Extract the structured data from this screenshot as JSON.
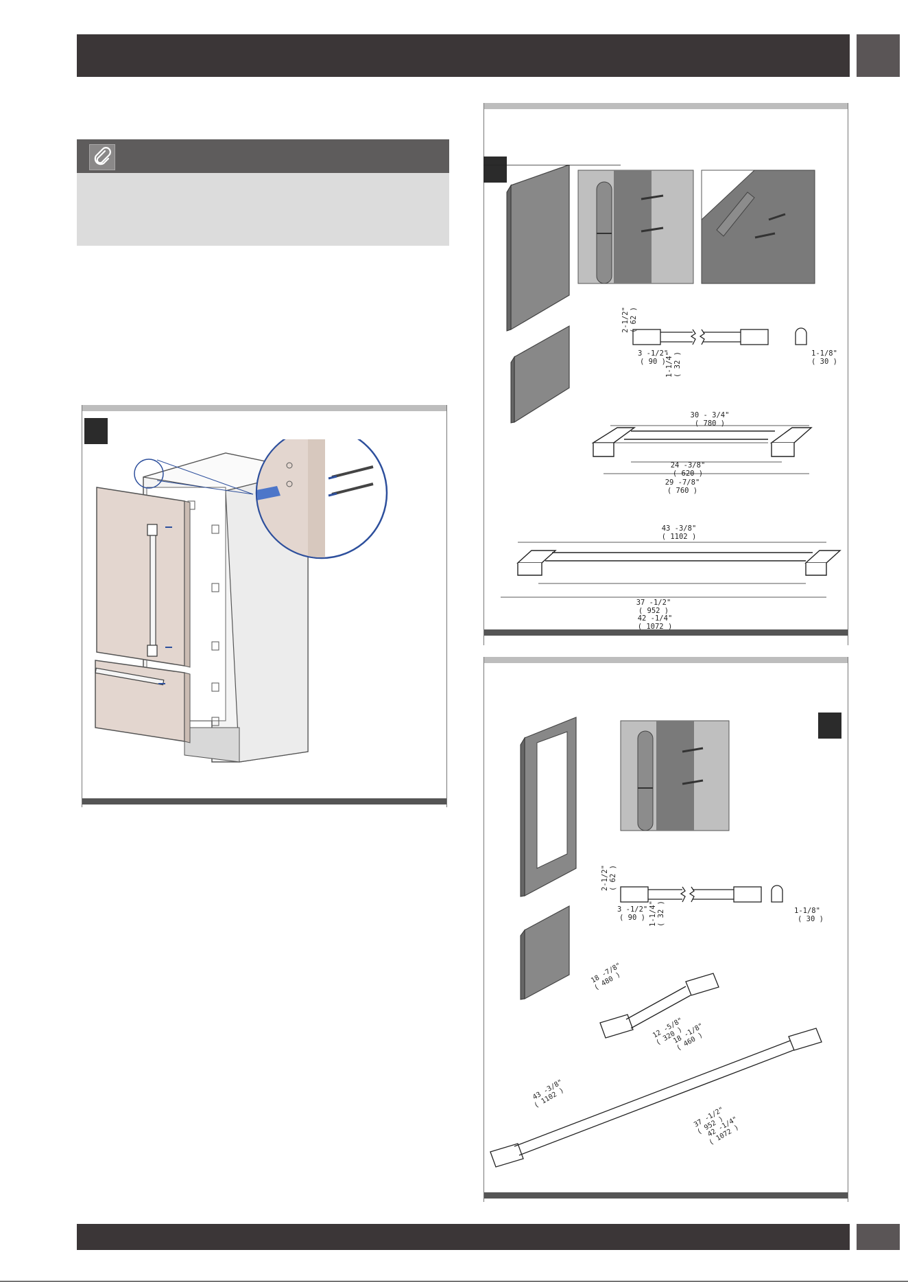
{
  "header": {
    "title": "",
    "page_tab": ""
  },
  "footer": {
    "text": "",
    "page_tab": ""
  },
  "note": {
    "icon": "paperclip-icon",
    "text": ""
  },
  "figure_left": {
    "step_number": "",
    "magnifier_icon": "zoom-circle"
  },
  "figure_right_top": {
    "step_number": "",
    "dimensions": {
      "handle_height": "2-1/2\"",
      "handle_height_mm": "( 62 )",
      "end_depth": "3 -1/2\"",
      "end_depth_mm": "( 90 )",
      "bar_dia": "1-1/4\"",
      "bar_dia_mm": "( 32 )",
      "end_width": "1-1/8\"",
      "end_width_mm": "( 30 )",
      "short_overall": "30 - 3/4\"",
      "short_overall_mm": "( 780 )",
      "short_center": "24 -3/8\"",
      "short_center_mm": "( 620 )",
      "short_outer": "29 -7/8\"",
      "short_outer_mm": "( 760 )",
      "long_overall": "43 -3/8\"",
      "long_overall_mm": "( 1102 )",
      "long_center": "37 -1/2\"",
      "long_center_mm": "( 952 )",
      "long_outer": "42 -1/4\"",
      "long_outer_mm": "( 1072 )"
    }
  },
  "figure_right_bottom": {
    "step_number": "",
    "dimensions": {
      "handle_height": "2-1/2\"",
      "handle_height_mm": "( 62 )",
      "end_depth": "3 -1/2\"",
      "end_depth_mm": "( 90 )",
      "bar_dia": "1-1/4\"",
      "bar_dia_mm": "( 32 )",
      "end_width": "1-1/8\"",
      "end_width_mm": "( 30 )",
      "short_overall": "18 -7/8\"",
      "short_overall_mm": "( 480 )",
      "short_center": "12 -5/8\"",
      "short_center_mm": "( 320 )",
      "short_outer": "18 -1/8\"",
      "short_outer_mm": "( 460 )",
      "long_overall": "43 -3/8\"",
      "long_overall_mm": "( 1102 )",
      "long_center": "37 -1/2\"",
      "long_center_mm": "( 952 )",
      "long_outer": "42 -1/4\"",
      "long_outer_mm": "( 1072 )"
    }
  },
  "colors": {
    "header_bar": "#3b3637",
    "panel_door": "#e3d6cf",
    "hinge_gray": "#8a8a8a",
    "screw_blue": "#2d4f9c"
  }
}
